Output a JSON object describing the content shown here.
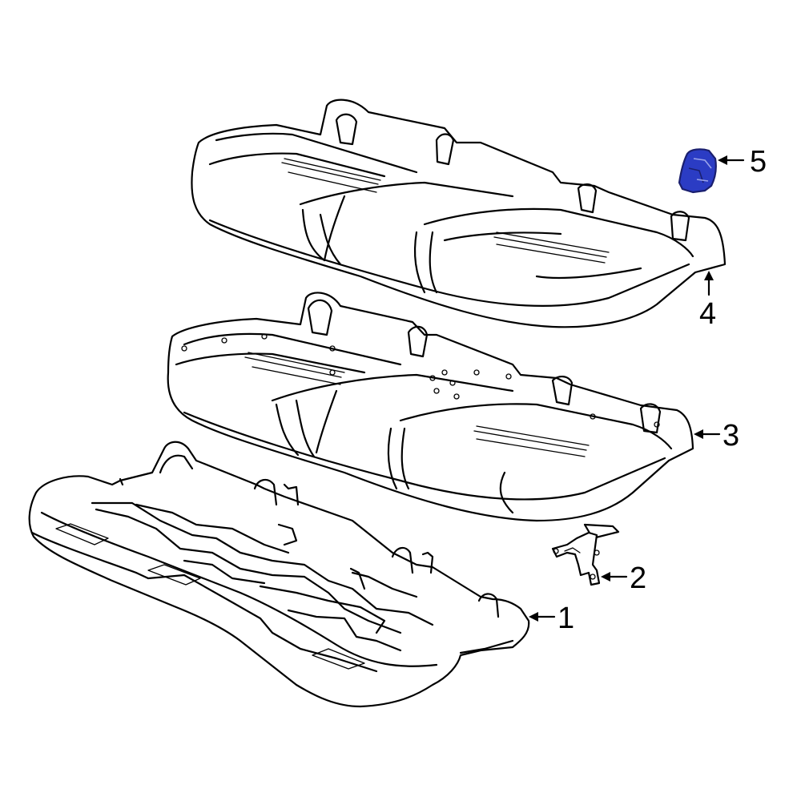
{
  "colors": {
    "line": "#000000",
    "background": "#ffffff",
    "highlight": "#2b3cc4",
    "highlight_stroke": "#1a1f6e"
  },
  "callouts": [
    {
      "id": "1",
      "label": "1"
    },
    {
      "id": "2",
      "label": "2"
    },
    {
      "id": "3",
      "label": "3"
    },
    {
      "id": "4",
      "label": "4"
    },
    {
      "id": "5",
      "label": "5",
      "highlighted": true
    }
  ]
}
